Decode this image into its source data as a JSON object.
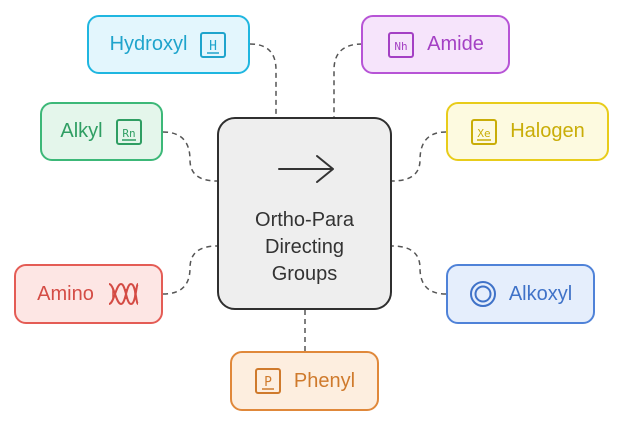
{
  "center": {
    "icon": "arrow-right-icon",
    "lines": [
      "Ortho-Para",
      "Directing",
      "Groups"
    ]
  },
  "nodes": [
    {
      "id": "hydroxyl",
      "label": "Hydroxyl",
      "icon": "letter-h-icon",
      "glyph": "H",
      "border": "#1fb6e0",
      "fill": "#e3f6fd",
      "text": "#1fa4cc"
    },
    {
      "id": "amide",
      "label": "Amide",
      "icon": "letters-nh-icon",
      "glyph": "Nh",
      "border": "#b754d6",
      "fill": "#f6e4fb",
      "text": "#a440c4"
    },
    {
      "id": "alkyl",
      "label": "Alkyl",
      "icon": "letters-rn-icon",
      "glyph": "Rn",
      "border": "#3cb878",
      "fill": "#e4f6eb",
      "text": "#2f9e63"
    },
    {
      "id": "halogen",
      "label": "Halogen",
      "icon": "letters-xe-icon",
      "glyph": "Xe",
      "border": "#e8cc1a",
      "fill": "#fdfae0",
      "text": "#c9ad08"
    },
    {
      "id": "amino",
      "label": "Amino",
      "icon": "dna-icon",
      "glyph": "",
      "border": "#e45c55",
      "fill": "#fde6e4",
      "text": "#d44c45"
    },
    {
      "id": "alkoxyl",
      "label": "Alkoxyl",
      "icon": "ring-icon",
      "glyph": "",
      "border": "#4f82d8",
      "fill": "#e5eefc",
      "text": "#3f72c8"
    },
    {
      "id": "phenyl",
      "label": "Phenyl",
      "icon": "letter-p-icon",
      "glyph": "P",
      "border": "#e0883a",
      "fill": "#fdeedf",
      "text": "#cf7a2c"
    }
  ]
}
